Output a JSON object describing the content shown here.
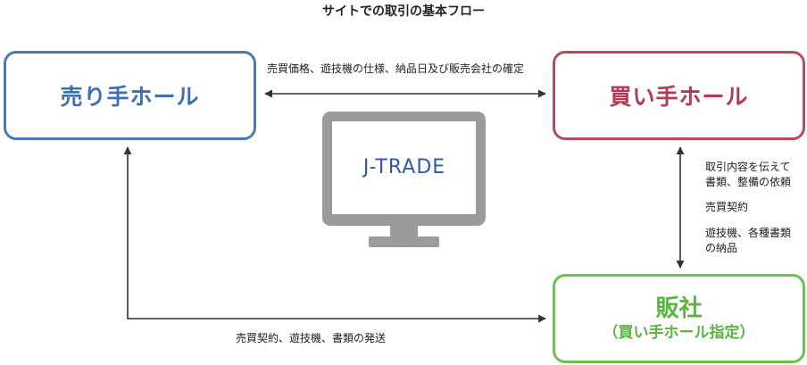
{
  "title": "サイトでの取引の基本フロー",
  "nodes": {
    "seller": "売り手ホール",
    "buyer": "買い手ホール",
    "dealer_main": "販社",
    "dealer_sub": "（買い手ホール指定）"
  },
  "edges": {
    "seller_buyer": "売買価格、遊技機の仕様、納品日及び販売会社の確定",
    "buyer_dealer_line1": "取引内容を伝えて",
    "buyer_dealer_line2": "書類、整備の依頼",
    "buyer_dealer_line3": "売買契約",
    "buyer_dealer_line4": "遊技機、各種書類",
    "buyer_dealer_line5": "の納品",
    "dealer_seller": "売買契約、遊技機、書類の発送"
  },
  "logo": {
    "text": "J-TRADE"
  },
  "colors": {
    "seller": "#4a78b8",
    "buyer": "#b84a5e",
    "dealer": "#6ac24e",
    "monitor": "#9b9b9b",
    "logo": "#2b5aa8"
  }
}
